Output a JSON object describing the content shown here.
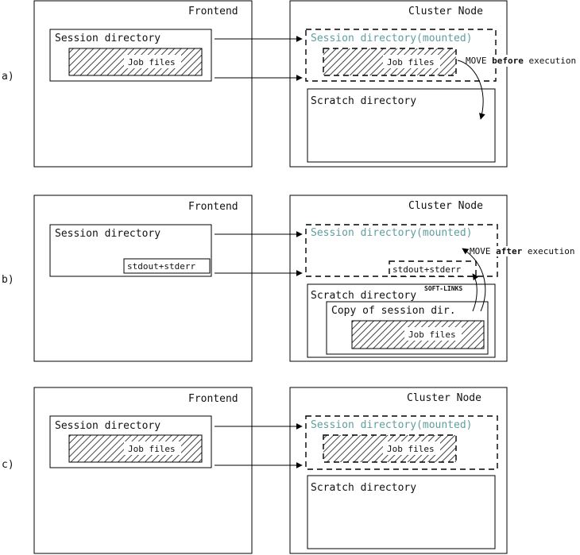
{
  "colors": {
    "mounted_text": "#5f9ea0",
    "stroke": "#000000",
    "hatch": "#444444"
  },
  "panel_a": {
    "label": "a)",
    "frontend_title": "Frontend",
    "cluster_title": "Cluster Node",
    "session_dir": "Session directory",
    "job_files": "Job files",
    "mounted_dir": "Session directory(mounted)",
    "mounted_job_files": "Job files",
    "move_prefix": "MOVE ",
    "move_bold": "before",
    "move_suffix": " execution",
    "scratch_dir": "Scratch directory"
  },
  "panel_b": {
    "label": "b)",
    "frontend_title": "Frontend",
    "cluster_title": "Cluster Node",
    "session_dir": "Session directory",
    "stdout_frontend": "stdout+stderr",
    "mounted_dir": "Session directory(mounted)",
    "move_prefix": "MOVE ",
    "move_bold": "after",
    "move_suffix": " execution",
    "stdout_cluster": "stdout+stderr",
    "soft_links": "SOFT-LINKS",
    "scratch_dir": "Scratch directory",
    "copy_dir": "Copy of session dir.",
    "job_files": "Job files"
  },
  "panel_c": {
    "label": "c)",
    "frontend_title": "Frontend",
    "cluster_title": "Cluster Node",
    "session_dir": "Session directory",
    "job_files": "Job files",
    "mounted_dir": "Session directory(mounted)",
    "mounted_job_files": "Job files",
    "scratch_dir": "Scratch directory"
  }
}
